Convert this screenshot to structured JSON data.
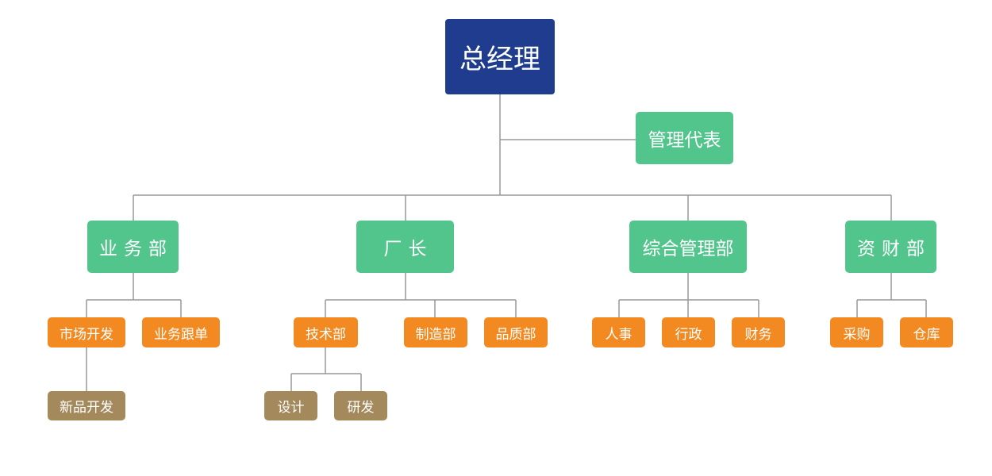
{
  "root": {
    "label": "总经理",
    "color": "#1f3c8f"
  },
  "rep": {
    "label": "管理代表",
    "color": "#51c58c"
  },
  "departments": [
    {
      "label": "业务部",
      "units": [
        {
          "label": "市场开发",
          "subs": [
            {
              "label": "新品开发"
            }
          ]
        },
        {
          "label": "业务跟单"
        }
      ]
    },
    {
      "label": "厂长",
      "units": [
        {
          "label": "技术部",
          "subs": [
            {
              "label": "设计"
            },
            {
              "label": "研发"
            }
          ]
        },
        {
          "label": "制造部"
        },
        {
          "label": "品质部"
        }
      ]
    },
    {
      "label": "综合管理部",
      "units": [
        {
          "label": "人事"
        },
        {
          "label": "行政"
        },
        {
          "label": "财务"
        }
      ]
    },
    {
      "label": "资财部",
      "units": [
        {
          "label": "采购"
        },
        {
          "label": "仓库"
        }
      ]
    }
  ],
  "colors": {
    "department": "#51c58c",
    "unit": "#f28a21",
    "sub_unit": "#a3895b",
    "connector": "#999999"
  }
}
